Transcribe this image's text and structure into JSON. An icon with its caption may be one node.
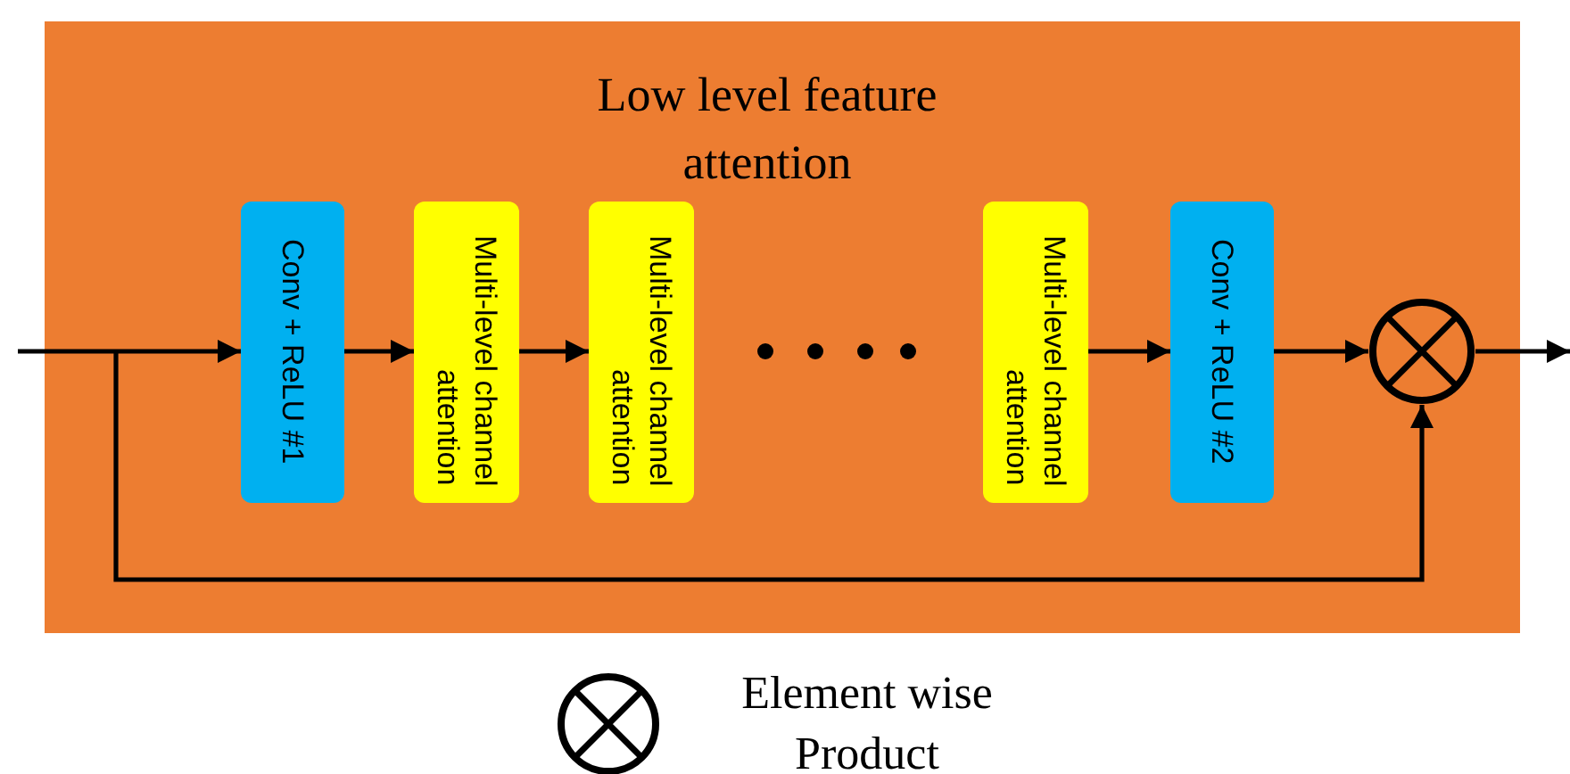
{
  "diagram": {
    "nodes": [
      {
        "text": [
          "Low level feature attention"
        ]
      },
      {
        "text": [
          "Conv + ReLU #1"
        ],
        "in": 0
      },
      {
        "text": [
          "Multi-level channel attention"
        ],
        "in": 0
      },
      {
        "text": [
          "Multi-level channel attention"
        ],
        "in": 0
      },
      {
        "text": [
          "Multi-level channel attention"
        ],
        "in": 0
      },
      {
        "text": [
          "Conv + ReLU #2"
        ],
        "in": 0
      },
      {
        "text": [],
        "shape": "circle",
        "in": 0
      }
    ],
    "edges": [
      {
        "from": null,
        "to": 1,
        "arrow": "to"
      },
      {
        "from": 1,
        "to": 2,
        "arrow": "to"
      },
      {
        "from": 2,
        "to": 3,
        "arrow": "to"
      },
      {
        "from": 4,
        "to": 5,
        "arrow": "to"
      },
      {
        "from": 5,
        "to": 6,
        "arrow": "to"
      },
      {
        "from": 6,
        "to": null,
        "arrow": "to"
      },
      {
        "from": null,
        "to": 6,
        "arrow": "to"
      }
    ],
    "legend": [
      {
        "text": "Element wise Product"
      }
    ]
  }
}
